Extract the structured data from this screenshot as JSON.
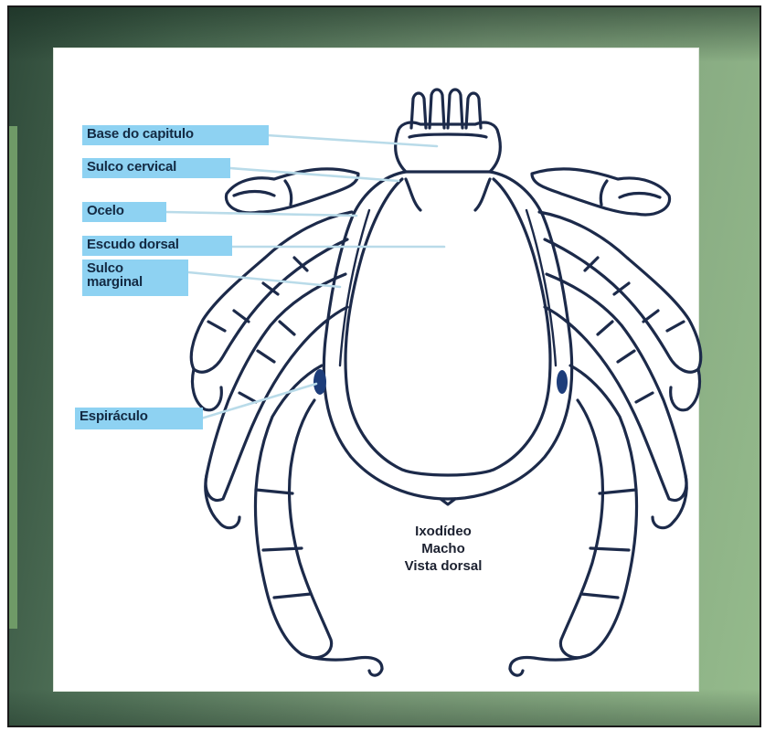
{
  "diagram": {
    "labels": {
      "base_capitulo": "Base do capitulo",
      "sulco_cervical": "Sulco cervical",
      "ocelo": "Ocelo",
      "escudo_dorsal": "Escudo dorsal",
      "sulco_marginal": "Sulco\nmarginal",
      "espiraculo": "Espiráculo"
    },
    "caption": {
      "line1": "Ixodídeo",
      "line2": "Macho",
      "line3": "Vista dorsal"
    },
    "colors": {
      "label_bg": "#8ed2f2",
      "outline": "#1c2a4a",
      "frame_green": "#7a9a78"
    }
  }
}
